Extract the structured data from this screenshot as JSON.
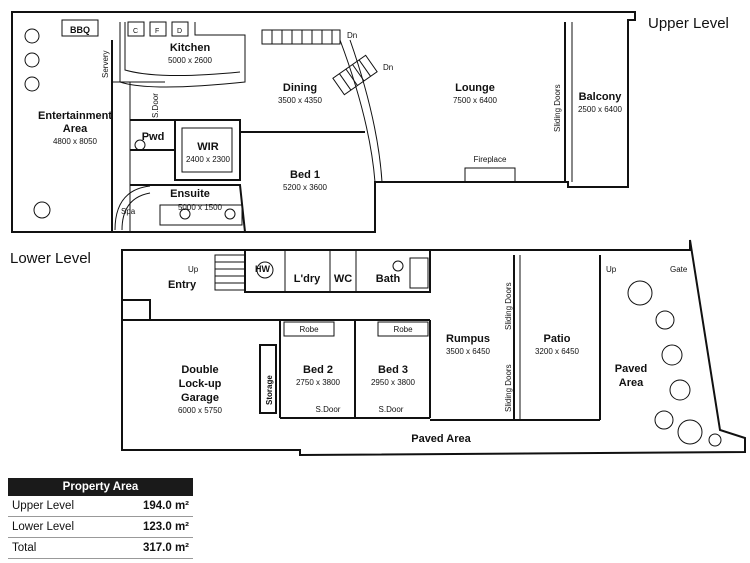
{
  "levels": {
    "upper": "Upper Level",
    "lower": "Lower Level"
  },
  "upper_rooms": {
    "bbq": "BBQ",
    "kitchen_c": "C",
    "kitchen_f": "F",
    "kitchen_d": "D",
    "kitchen": "Kitchen",
    "kitchen_dim": "5000 x 2600",
    "servery": "Servery",
    "dining": "Dining",
    "dining_dim": "3500 x 4350",
    "lounge": "Lounge",
    "lounge_dim": "7500 x 6400",
    "balcony": "Balcony",
    "balcony_dim": "2500 x 6400",
    "sliding_doors": "Sliding Doors",
    "entertainment": "Entertainment",
    "entertainment_2": "Area",
    "entertainment_dim": "4800 x 8050",
    "s_door": "S.Door",
    "pwd": "Pwd",
    "wir": "WIR",
    "wir_dim": "2400 x 2300",
    "bed1": "Bed 1",
    "bed1_dim": "5200 x 3600",
    "fireplace": "Fireplace",
    "ensuite": "Ensuite",
    "ensuite_dim": "5000 x 1500",
    "spa": "Spa",
    "dn1": "Dn",
    "dn2": "Dn"
  },
  "lower_rooms": {
    "up1": "Up",
    "hw": "HW",
    "entry": "Entry",
    "ldry": "L'dry",
    "wc": "WC",
    "bath": "Bath",
    "up2": "Up",
    "gate": "Gate",
    "robe1": "Robe",
    "robe2": "Robe",
    "garage1": "Double",
    "garage2": "Lock-up",
    "garage3": "Garage",
    "garage_dim": "6000 x 5750",
    "storage": "Storage",
    "bed2": "Bed 2",
    "bed2_dim": "2750 x 3800",
    "bed3": "Bed 3",
    "bed3_dim": "2950 x 3800",
    "s_door1": "S.Door",
    "s_door2": "S.Door",
    "rumpus": "Rumpus",
    "rumpus_dim": "3500 x 6450",
    "sliding1": "Sliding Doors",
    "sliding2": "Sliding Doors",
    "patio": "Patio",
    "patio_dim": "3200 x 6450",
    "paved_area": "Paved Area",
    "paved1": "Paved",
    "paved2": "Area"
  },
  "property_area": {
    "title": "Property Area",
    "rows": [
      {
        "label": "Upper Level",
        "value": "194.0 m²"
      },
      {
        "label": "Lower Level",
        "value": "123.0 m²"
      },
      {
        "label": "Total",
        "value": "317.0 m²"
      }
    ]
  }
}
